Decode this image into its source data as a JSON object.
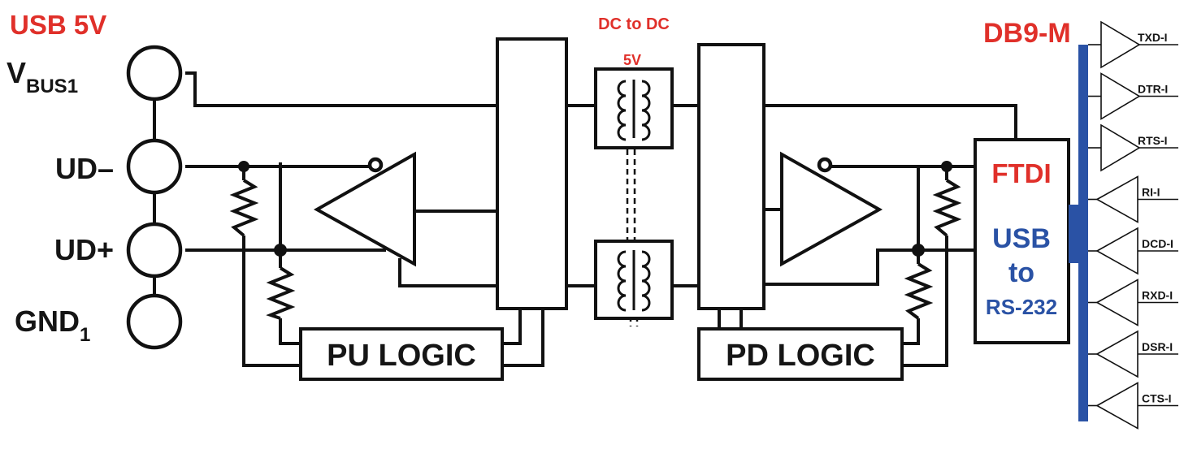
{
  "labels": {
    "usb_title": "USB 5V",
    "vbus_main": "V",
    "vbus_sub": "BUS1",
    "ud_minus": "UD–",
    "ud_plus": "UD+",
    "gnd_main": "GND",
    "gnd_sub": "1",
    "dc_to_dc": "DC to DC",
    "five_v": "5V",
    "pu_logic": "PU LOGIC",
    "pd_logic": "PD LOGIC",
    "ftdi": "FTDI",
    "usb_line1": "USB",
    "usb_line2": "to",
    "usb_line3": "RS-232",
    "db9_title": "DB9-M"
  },
  "db9_signals": [
    {
      "name": "TXD-I"
    },
    {
      "name": "DTR-I"
    },
    {
      "name": "RTS-I"
    },
    {
      "name": "RI-I"
    },
    {
      "name": "DCD-I"
    },
    {
      "name": "RXD-I"
    },
    {
      "name": "DSR-I"
    },
    {
      "name": "CTS-I"
    }
  ],
  "colors": {
    "red": "#e0302a",
    "blue": "#2a52a5",
    "bus_blue": "#2a52a5"
  },
  "icons": [
    "connector-pin-icon",
    "resistor-icon",
    "buffer-triangle-icon",
    "transformer-icon"
  ]
}
